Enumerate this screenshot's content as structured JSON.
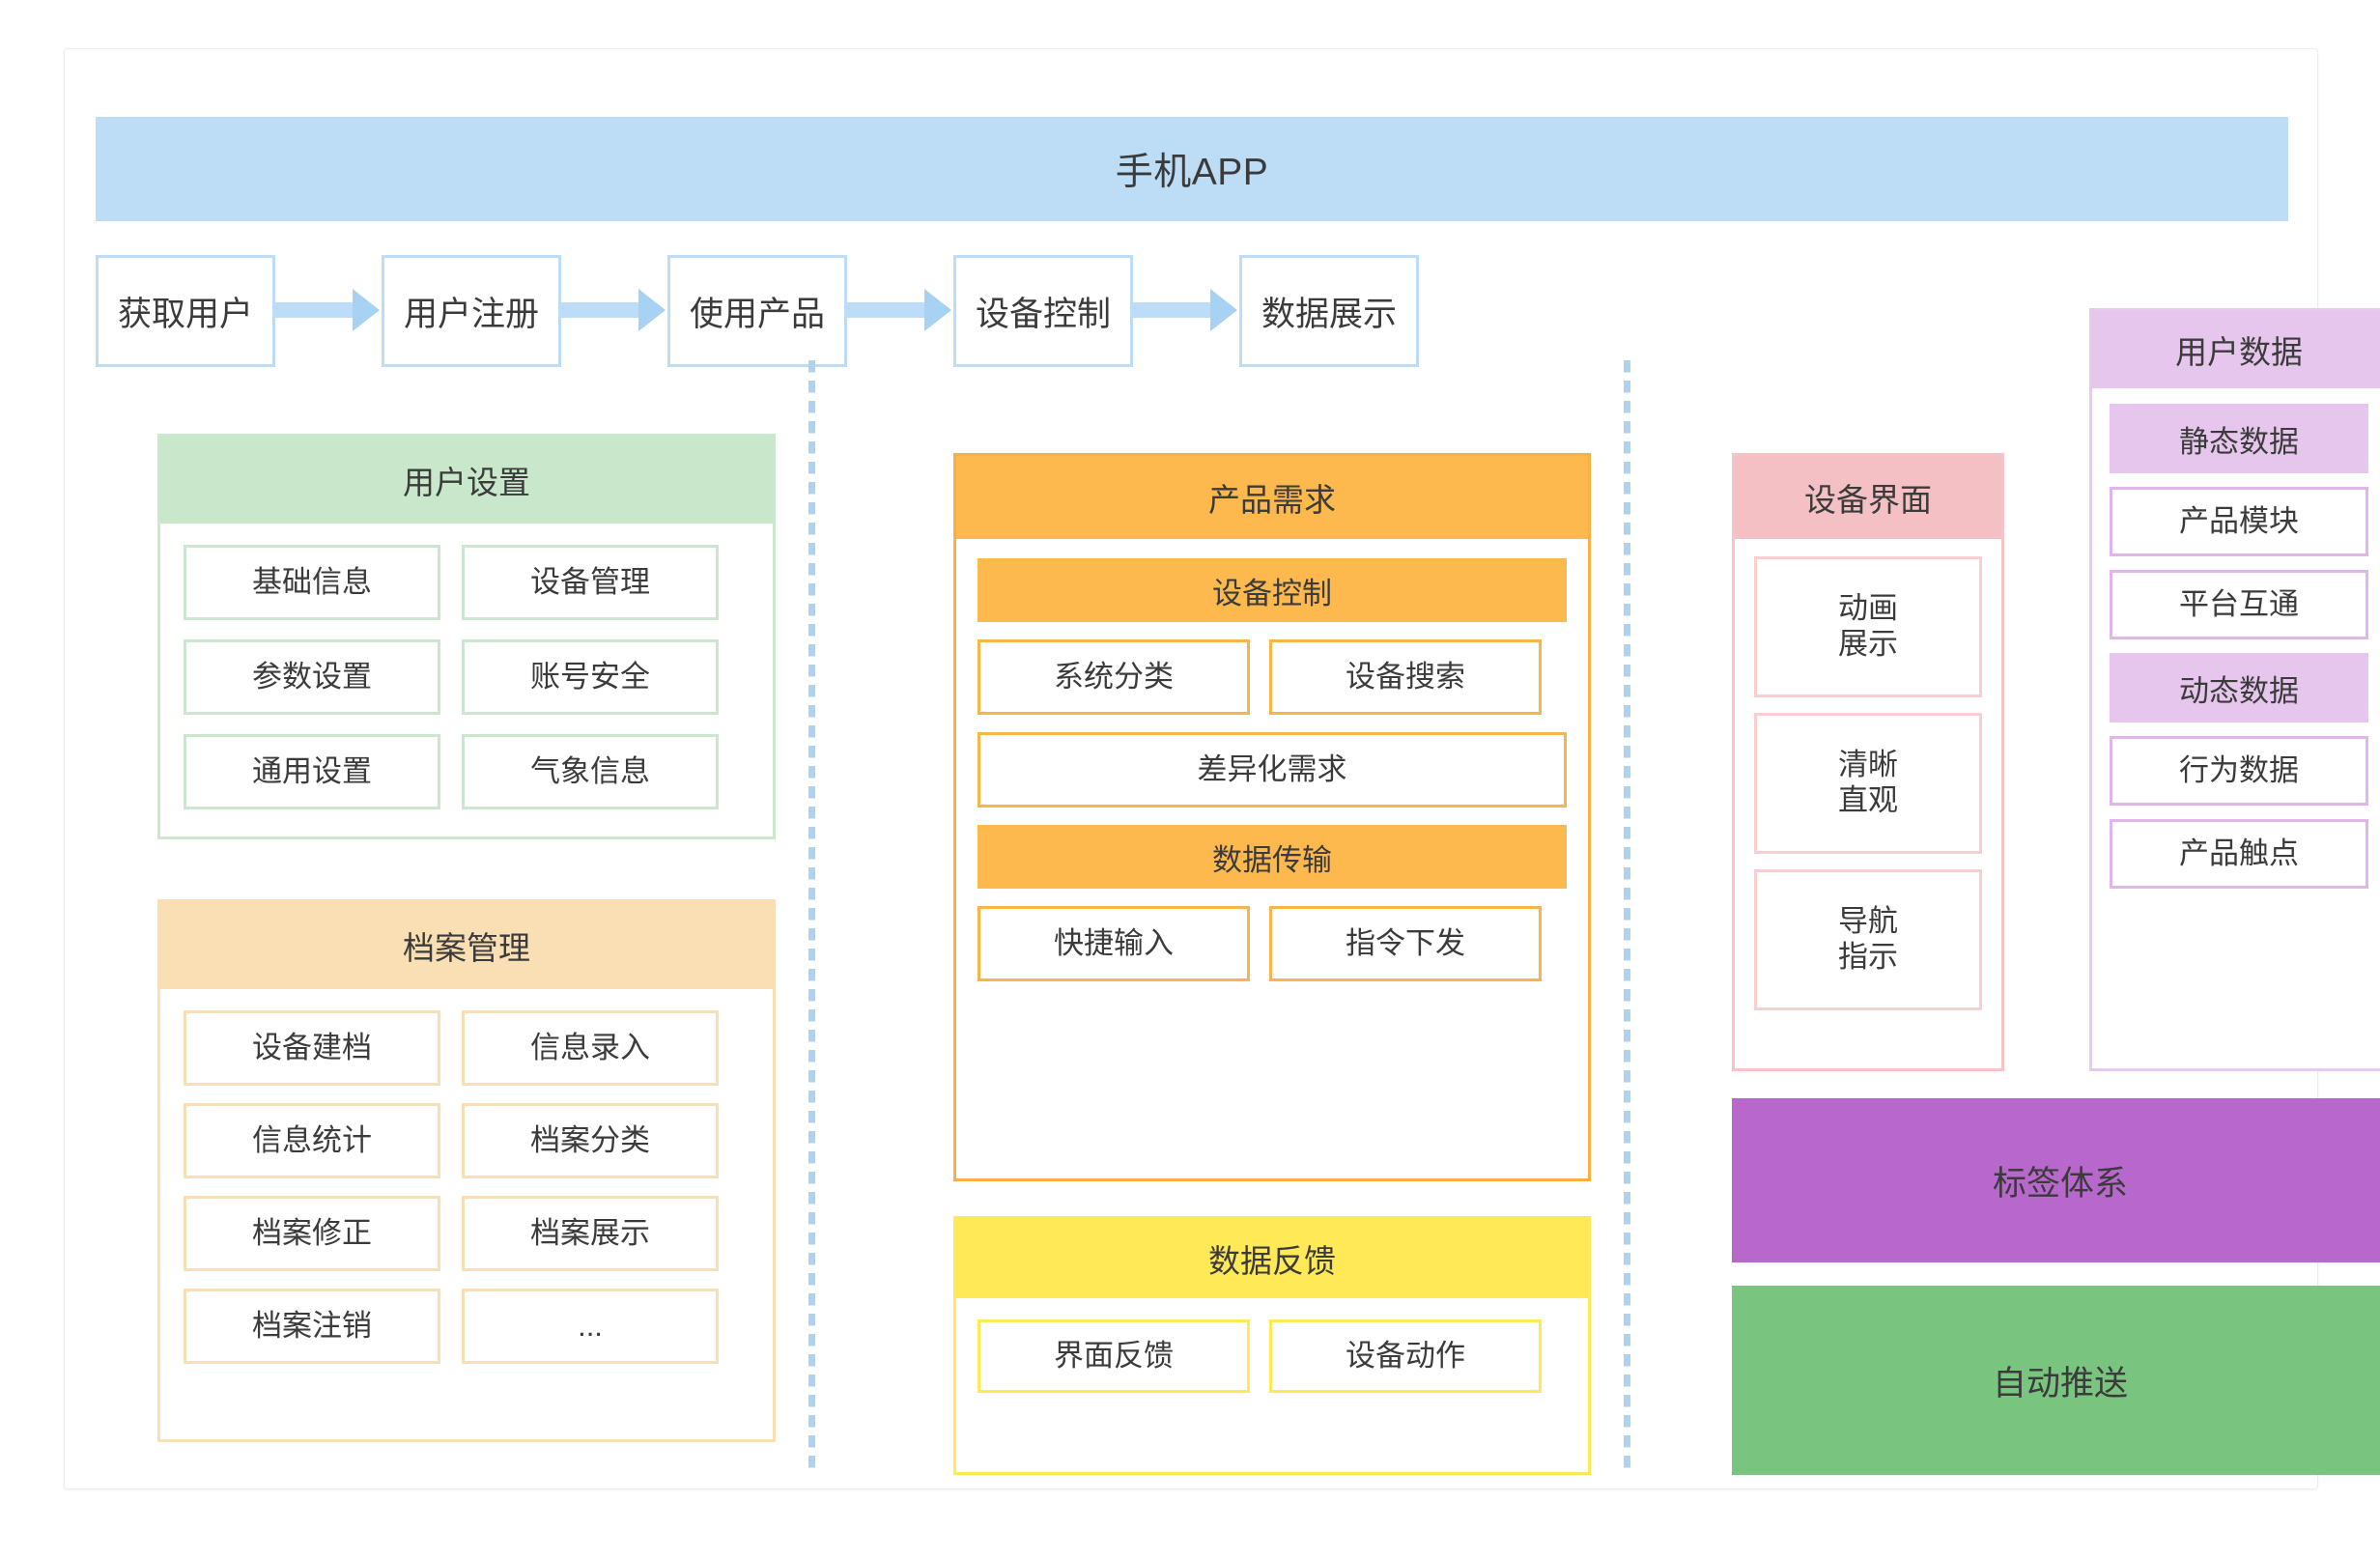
{
  "app": {
    "banner": "手机APP"
  },
  "flow": {
    "steps": [
      {
        "label": "获取用户"
      },
      {
        "label": "用户注册"
      },
      {
        "label": "使用产品"
      },
      {
        "label": "设备控制"
      },
      {
        "label": "数据展示"
      }
    ],
    "arrow_icon": "arrow-right-icon"
  },
  "panels": {
    "user_settings": {
      "title": "用户设置",
      "accent": "#c9e7ca",
      "items": [
        "基础信息",
        "设备管理",
        "参数设置",
        "账号安全",
        "通用设置",
        "气象信息"
      ]
    },
    "archive": {
      "title": "档案管理",
      "accent": "#fbdfb4",
      "items": [
        "设备建档",
        "信息录入",
        "信息统计",
        "档案分类",
        "档案修正",
        "档案展示",
        "档案注销",
        "..."
      ]
    },
    "product": {
      "title": "产品需求",
      "accent": "#fdb84e",
      "groups": [
        {
          "band": "设备控制",
          "half": [
            "系统分类",
            "设备搜索"
          ],
          "full": [
            "差异化需求"
          ]
        },
        {
          "band": "数据传输",
          "half": [
            "快捷输入",
            "指令下发"
          ],
          "full": []
        }
      ]
    },
    "feedback": {
      "title": "数据反馈",
      "accent": "#ffe957",
      "items": [
        "界面反馈",
        "设备动作"
      ]
    },
    "device_ui": {
      "title": "设备界面",
      "accent": "#f5c0c3",
      "items": [
        "动画\n展示",
        "清晰\n直观",
        "导航\n指示"
      ]
    },
    "user_data": {
      "title": "用户数据",
      "accent": "#e6c6ec",
      "rows": [
        {
          "type": "band",
          "label": "静态数据"
        },
        {
          "type": "chip",
          "label": "产品模块"
        },
        {
          "type": "chip",
          "label": "平台互通"
        },
        {
          "type": "band",
          "label": "动态数据"
        },
        {
          "type": "chip",
          "label": "行为数据"
        },
        {
          "type": "chip",
          "label": "产品触点"
        }
      ]
    }
  },
  "blocks": {
    "tags": {
      "label": "标签体系",
      "color": "#b868cc"
    },
    "push": {
      "label": "自动推送",
      "color": "#79c47e"
    }
  }
}
